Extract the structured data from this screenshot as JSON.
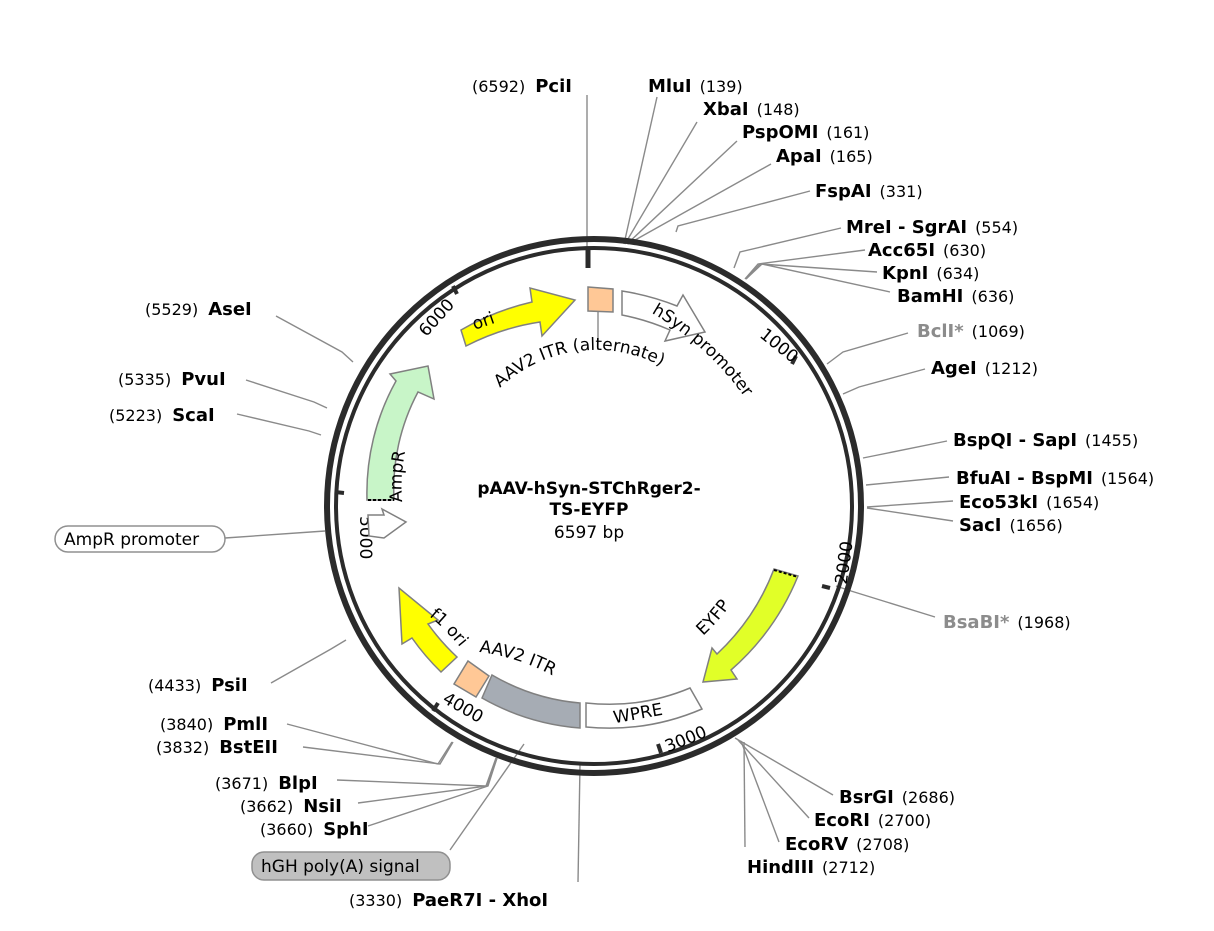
{
  "plasmid": {
    "name": "pAAV-hSyn-STChRger2-TS-EYFP",
    "name_line1": "pAAV-hSyn-STChRger2-",
    "name_line2": "TS-EYFP",
    "size": "6597 bp",
    "length": 6597
  },
  "ticks": [
    {
      "value": 1000,
      "label": "1000"
    },
    {
      "value": 2000,
      "label": "2000"
    },
    {
      "value": 3000,
      "label": "3000"
    },
    {
      "value": 4000,
      "label": "4000"
    },
    {
      "value": 5000,
      "label": "5000"
    },
    {
      "value": 6000,
      "label": "6000"
    }
  ],
  "features": [
    {
      "id": "ori",
      "label": "ori",
      "color": "#ffff00"
    },
    {
      "id": "aav2-itr-alt",
      "label": "AAV2 ITR (alternate)",
      "color": "#ffc896"
    },
    {
      "id": "hsyn",
      "label": "hSyn promoter",
      "color": "#ffffff"
    },
    {
      "id": "ampr",
      "label": "AmpR",
      "color": "#c8f5c8"
    },
    {
      "id": "ampr-promoter",
      "label": "AmpR promoter",
      "color": "#ffffff"
    },
    {
      "id": "eyfp",
      "label": "EYFP",
      "color": "#e1ff28"
    },
    {
      "id": "wpre",
      "label": "WPRE",
      "color": "#ffffff"
    },
    {
      "id": "aav2-itr",
      "label": "AAV2 ITR",
      "color": "#ffc896"
    },
    {
      "id": "hgh",
      "label": "hGH poly(A) signal",
      "color": "#c8c8c8"
    },
    {
      "id": "f1ori",
      "label": "f1 ori",
      "color": "#ffff00"
    }
  ],
  "sites": [
    {
      "id": "pcii",
      "name": "PciI",
      "pos": "(6592)"
    },
    {
      "id": "mlui",
      "name": "MluI",
      "pos": "(139)"
    },
    {
      "id": "xbai",
      "name": "XbaI",
      "pos": "(148)"
    },
    {
      "id": "pspomi",
      "name": "PspOMI",
      "pos": "(161)"
    },
    {
      "id": "apai",
      "name": "ApaI",
      "pos": "(165)"
    },
    {
      "id": "fspai",
      "name": "FspAI",
      "pos": "(331)"
    },
    {
      "id": "mrei-sgrai",
      "name": "MreI - SgrAI",
      "pos": "(554)"
    },
    {
      "id": "acc65i",
      "name": "Acc65I",
      "pos": "(630)"
    },
    {
      "id": "kpni",
      "name": "KpnI",
      "pos": "(634)"
    },
    {
      "id": "bamhi",
      "name": "BamHI",
      "pos": "(636)"
    },
    {
      "id": "bcli",
      "name": "BclI*",
      "pos": "(1069)"
    },
    {
      "id": "agei",
      "name": "AgeI",
      "pos": "(1212)"
    },
    {
      "id": "bspqi-sapi",
      "name": "BspQI - SapI",
      "pos": "(1455)"
    },
    {
      "id": "bfuai-bspmi",
      "name": "BfuAI - BspMI",
      "pos": "(1564)"
    },
    {
      "id": "eco53ki",
      "name": "Eco53kI",
      "pos": "(1654)"
    },
    {
      "id": "saci",
      "name": "SacI",
      "pos": "(1656)"
    },
    {
      "id": "bsabi",
      "name": "BsaBI*",
      "pos": "(1968)"
    },
    {
      "id": "bsrgi",
      "name": "BsrGI",
      "pos": "(2686)"
    },
    {
      "id": "ecori",
      "name": "EcoRI",
      "pos": "(2700)"
    },
    {
      "id": "ecorv",
      "name": "EcoRV",
      "pos": "(2708)"
    },
    {
      "id": "hindiii",
      "name": "HindIII",
      "pos": "(2712)"
    },
    {
      "id": "paer7i-xhoi",
      "name": "PaeR7I - XhoI",
      "pos": "(3330)"
    },
    {
      "id": "sphi",
      "name": "SphI",
      "pos": "(3660)"
    },
    {
      "id": "nsii",
      "name": "NsiI",
      "pos": "(3662)"
    },
    {
      "id": "blpi",
      "name": "BlpI",
      "pos": "(3671)"
    },
    {
      "id": "bsteii",
      "name": "BstEII",
      "pos": "(3832)"
    },
    {
      "id": "pmli",
      "name": "PmlI",
      "pos": "(3840)"
    },
    {
      "id": "psii",
      "name": "PsiI",
      "pos": "(4433)"
    },
    {
      "id": "scai",
      "name": "ScaI",
      "pos": "(5223)"
    },
    {
      "id": "pvui",
      "name": "PvuI",
      "pos": "(5335)"
    },
    {
      "id": "asei",
      "name": "AseI",
      "pos": "(5529)"
    }
  ]
}
